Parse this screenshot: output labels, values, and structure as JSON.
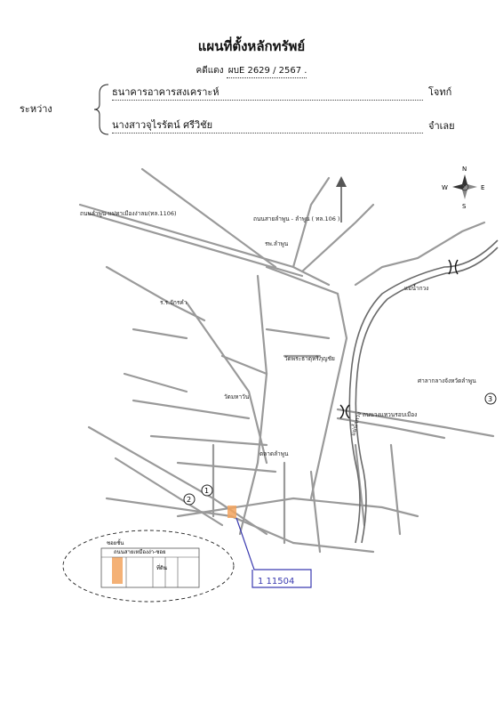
{
  "header": {
    "title": "แผนที่ตั้งหลักทรัพย์",
    "case_label": "คดีแดง",
    "case_no": "ผบE 2629 / 2567 ."
  },
  "parties": {
    "between": "ระหว่าง",
    "plaintiff": "ธนาคารอาคารสงเคราะห์",
    "plaintiff_role": "โจทก์",
    "defendant": "นางสาวจุไรรัตน์  ศรีวิชัย",
    "defendant_role": "จำเลย"
  },
  "compass": {
    "n": "N",
    "s": "S",
    "e": "E",
    "w": "W"
  },
  "map_labels": {
    "road_1": "ถนนลำพูน-แม่ทาเมืองง่าลม(ทล.1106)",
    "road_2": "ถนนสายลำพูน - ลำพูน ( ทล.106 )",
    "mae_kuang": "แม่น้ำกวง",
    "mae_ping": "แม่น้ำกวง",
    "ring": "ถนนวงแหวนรอบเมือง",
    "hospital": "รพ.ลำพูน",
    "school": "ร.ร.จักรคำ",
    "wat_1": "วัดพระธาตุหริภุญชัย",
    "wat_2": "วัดมหาวัน",
    "market": "ตลาดลำพูน",
    "city_hall": "ศาลากลางจังหวัดลำพูน",
    "plot_no": "1 11504",
    "marker_1": "1",
    "marker_2": "2",
    "marker_3": "3",
    "inset_title": "ซอยชั้น",
    "inset_road": "ถนนสายเหมืองง่า-ซอย",
    "inset_label": "ที่ดิน"
  }
}
